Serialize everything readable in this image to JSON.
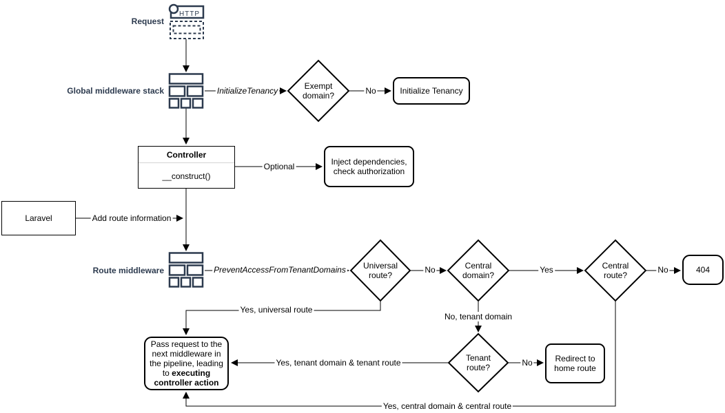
{
  "colors": {
    "icon_navy": "#2c3a4e",
    "shape_stroke": "#000000",
    "divider_gray": "#d3d3d3",
    "background": "#ffffff"
  },
  "nodes": {
    "request_label": "Request",
    "http_label": "HTTP",
    "global_middleware_label": "Global middleware stack",
    "route_middleware_label": "Route middleware",
    "exempt_domain": "Exempt domain?",
    "initialize_tenancy": "Initialize Tenancy",
    "controller_title": "Controller",
    "controller_method": "__construct()",
    "inject_dependencies": "Inject dependencies, check authorization",
    "laravel": "Laravel",
    "universal_route": "Universal route?",
    "central_domain": "Central domain?",
    "central_route": "Central route?",
    "not_found": "404",
    "tenant_route": "Tenant route?",
    "redirect_home": "Redirect to home route",
    "pass_request_normal": "Pass request to the next middleware in the pipeline, leading to ",
    "pass_request_bold": "executing controller action"
  },
  "edge_labels": {
    "initialize_tenancy_mw": "InitializeTenancy",
    "exempt_no": "No",
    "optional": "Optional",
    "add_route_information": "Add route information",
    "prevent_access_mw": "PreventAccessFromTenantDomains",
    "universal_no": "No",
    "central_domain_yes": "Yes",
    "central_route_no": "No",
    "yes_universal_route": "Yes, universal route",
    "no_tenant_domain": "No, tenant domain",
    "tenant_no": "No",
    "yes_tenant_domain_route": "Yes, tenant domain & tenant route",
    "yes_central_domain_route": "Yes, central domain & central route"
  }
}
